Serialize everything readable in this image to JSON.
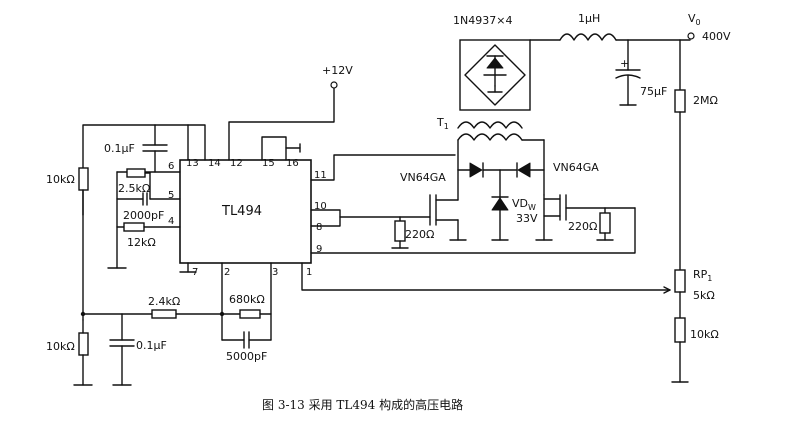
{
  "ic": {
    "name": "TL494",
    "pins": [
      "14",
      "13",
      "6",
      "5",
      "4",
      "12",
      "15",
      "16",
      "11",
      "10",
      "8",
      "9",
      "7",
      "2",
      "3",
      "1"
    ]
  },
  "components": {
    "c_01uf_top": "0.1μF",
    "r_2_5k": "2.5kΩ",
    "c_2000pf": "2000pF",
    "r_12k": "12kΩ",
    "r_10k_left_top": "10kΩ",
    "r_10k_left_bot": "10kΩ",
    "r_2_4k": "2.4kΩ",
    "c_01uf_bot": "0.1μF",
    "r_680k": "680kΩ",
    "c_5000pf": "5000pF",
    "supply": "+12V",
    "bridge": "1N4937×4",
    "inductor": "1μH",
    "vo": "V",
    "vo_sub": "0",
    "v400": "400V",
    "c_75uf": "75μF",
    "cap_plus": "+",
    "r_2m": "2MΩ",
    "transformer": "T",
    "transformer_sub": "1",
    "mos_left": "VN64GA",
    "mos_right": "VN64GA",
    "zener": "VD",
    "zener_sub": "W",
    "zener_v": "33V",
    "r_220_left": "220Ω",
    "r_220_right": "220Ω",
    "rp": "RP",
    "rp_sub": "1",
    "rp_val": "5kΩ",
    "r_10k_right": "10kΩ"
  },
  "caption": "图 3-13   采用 TL494 构成的高压电路"
}
